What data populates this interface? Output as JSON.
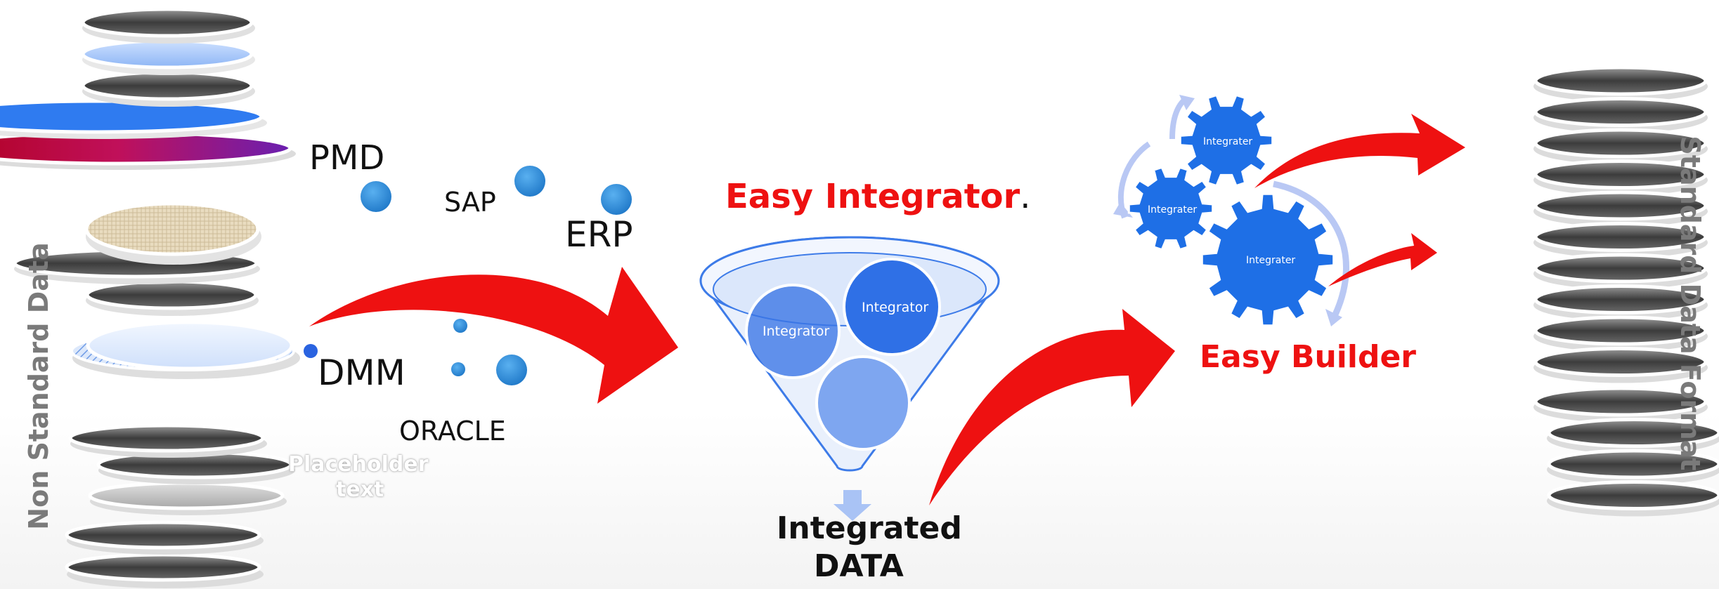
{
  "labels": {
    "left_axis": "Non Standard  Data",
    "right_axis": "Standard Data Format",
    "easy_integrator": "Easy Integrator",
    "easy_integrator_dot": ".",
    "easy_builder": "Easy Builder",
    "integrated_line1": "Integrated",
    "integrated_line2": "DATA",
    "placeholder_line1": "Placeholder",
    "placeholder_line2": "text"
  },
  "sources": {
    "pmd": "PMD",
    "sap": "SAP",
    "erp": "ERP",
    "dmm": "DMM",
    "oracle": "ORACLE"
  },
  "funnel": {
    "circle1": "Integrator",
    "circle2": "Integrator"
  },
  "gears": {
    "gear_small_top": "Integrater",
    "gear_small_left": "Integrater",
    "gear_large": "Integrater"
  },
  "colors": {
    "accent_red": "#ee1111",
    "gear_blue": "#1e6fe6",
    "dot_blue": "#2f8fd8",
    "funnel_blue": "#4a8ae8"
  }
}
